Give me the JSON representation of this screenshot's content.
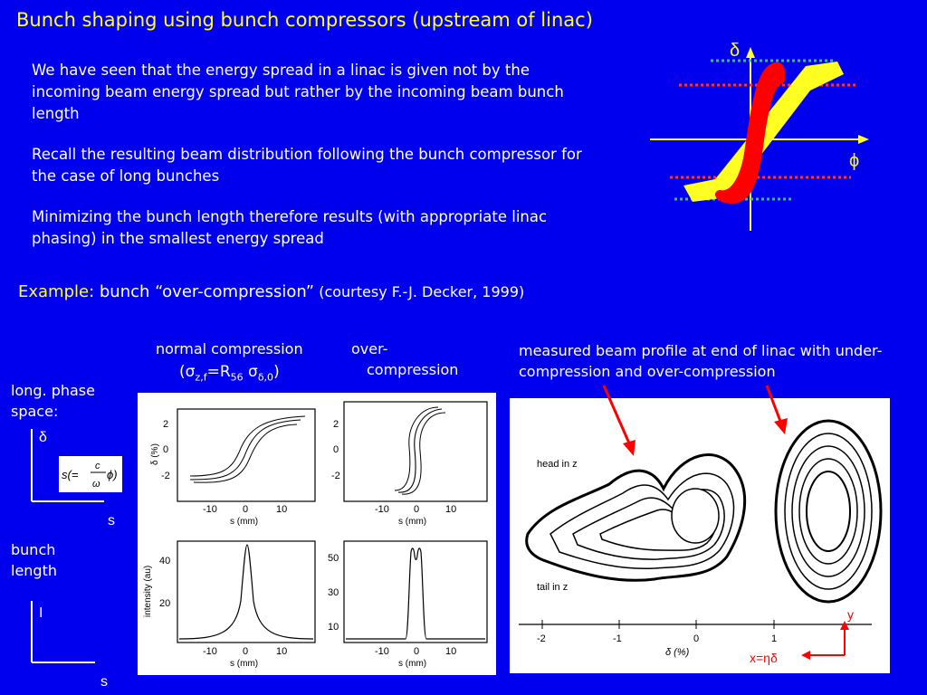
{
  "slide": {
    "title": "Bunch shaping using bunch compressors (upstream of linac)",
    "paragraphs": [
      "We have seen that the energy spread in a linac is given not by the incoming beam energy spread but rather by the incoming beam bunch length",
      "Recall the resulting beam distribution following the bunch compressor for the case of long bunches",
      "Minimizing the bunch length therefore results (with appropriate linac phasing) in the smallest energy spread"
    ],
    "example": {
      "label": "Example:",
      "text": " bunch “over-compression”",
      "credit": " (courtesy F.-J. Decker, 1999)"
    }
  },
  "diagram": {
    "delta_symbol": "δ",
    "phi_symbol": "ϕ"
  },
  "captions": {
    "normal_compression": "normal compression",
    "over_compression_1": "over-",
    "over_compression_2": "compression",
    "measured": "measured beam profile at end of linac with under-compression and over-compression"
  },
  "left_axes": {
    "phase_space_label": "long. phase space:",
    "delta": "δ",
    "s": "s",
    "bunch_length_label": "bunch length",
    "I": "I",
    "s2": "s"
  },
  "plots": {
    "phase_ylabel": "δ (%)",
    "phase_yticks": [
      "2",
      "0",
      "-2"
    ],
    "xticks": [
      "-10",
      "0",
      "10"
    ],
    "xlabel": "s (mm)",
    "intensity_ylabel": "intensity (au)",
    "normal_intensity_yticks": [
      "40",
      "20"
    ],
    "over_intensity_yticks": [
      "50",
      "30",
      "10"
    ]
  },
  "measured_plot": {
    "head_label": "head in z",
    "tail_label": "tail in z",
    "xticks": [
      "-2",
      "-1",
      "0",
      "1"
    ],
    "xlabel": "δ (%)",
    "y_label": "y",
    "x_label": "x=ηδ"
  }
}
